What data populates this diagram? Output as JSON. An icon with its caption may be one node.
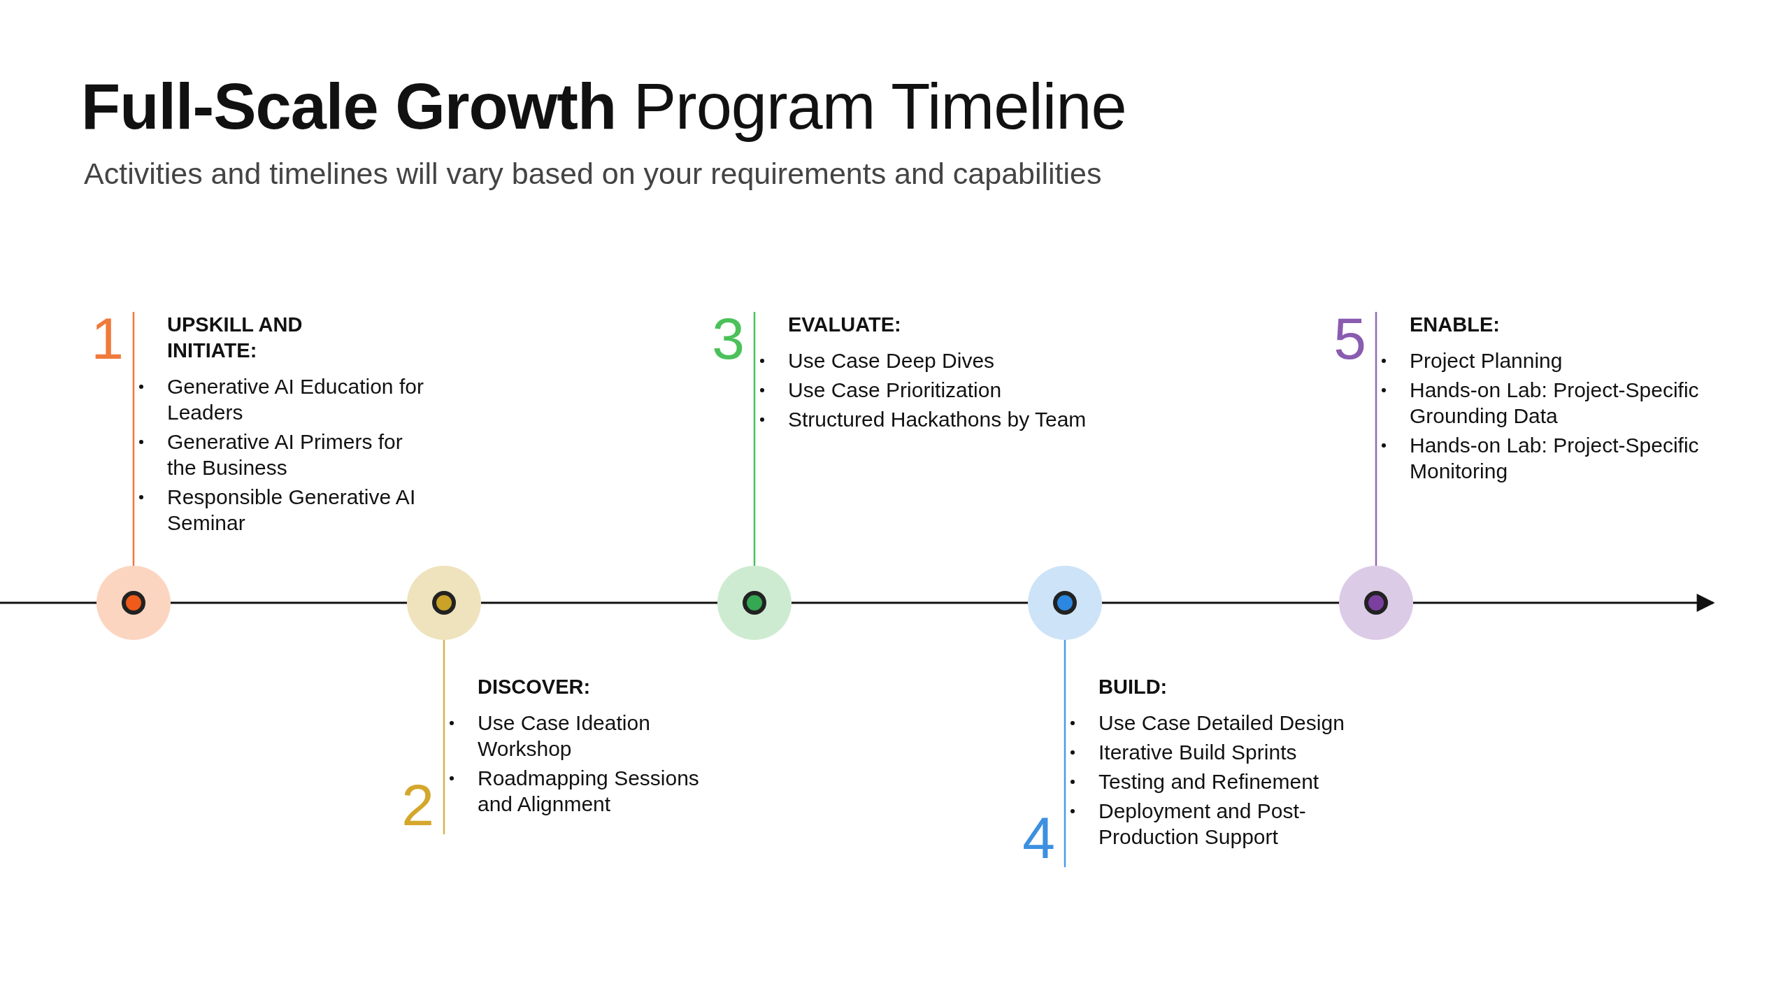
{
  "diagram": {
    "title": "**Full-Scale Growth** Program Timeline",
    "caption": "Activities and timelines will vary based on your requirements and capabilities",
    "nodes": [
      {
        "text": [],
        "shape": "circle"
      },
      {
        "text": [],
        "shape": "circle"
      },
      {
        "text": [],
        "shape": "circle"
      },
      {
        "text": [],
        "shape": "circle"
      },
      {
        "text": [],
        "shape": "circle"
      },
      {
        "text": [
          "UPSKILL AND INITIATE:",
          "Generative AI Education for Leaders",
          "Generative AI Primers for the Business",
          "Responsible Generative AI Seminar"
        ],
        "beside": [
          "1"
        ]
      },
      {
        "text": [
          "DISCOVER:",
          "Use Case Ideation Workshop",
          "Roadmapping Sessions and Alignment"
        ],
        "beside": [
          "2"
        ]
      },
      {
        "text": [
          "EVALUATE:",
          "Use Case Deep Dives",
          "Use Case Prioritization",
          "Structured Hackathons by Team"
        ],
        "beside": [
          "3"
        ]
      },
      {
        "text": [
          "BUILD:",
          "Use Case Detailed Design",
          "Iterative Build Sprints",
          "Testing and Refinement",
          "Deployment and Post-Production Support"
        ],
        "beside": [
          "4"
        ]
      },
      {
        "text": [
          "ENABLE:",
          "Project Planning",
          "Hands-on Lab: Project-Specific Grounding Data",
          "Hands-on Lab: Project-Specific Monitoring"
        ],
        "beside": [
          "5"
        ]
      }
    ],
    "edges": [
      {
        "from": null,
        "to": 0,
        "arrow": "none"
      },
      {
        "from": 0,
        "to": 1,
        "arrow": "none"
      },
      {
        "from": 1,
        "to": 2,
        "arrow": "none"
      },
      {
        "from": 2,
        "to": 3,
        "arrow": "none"
      },
      {
        "from": 3,
        "to": 4,
        "arrow": "none"
      },
      {
        "from": 4,
        "to": null,
        "arrow": "to"
      },
      {
        "from": 0,
        "to": 5,
        "arrow": "none",
        "color": "#f07a3c"
      },
      {
        "from": 1,
        "to": 6,
        "arrow": "none",
        "color": "#d9b44a"
      },
      {
        "from": 2,
        "to": 7,
        "arrow": "none",
        "color": "#4cc15a"
      },
      {
        "from": 3,
        "to": 8,
        "arrow": "none",
        "color": "#4a9be8"
      },
      {
        "from": 4,
        "to": 9,
        "arrow": "none",
        "color": "#9467b8"
      }
    ]
  }
}
